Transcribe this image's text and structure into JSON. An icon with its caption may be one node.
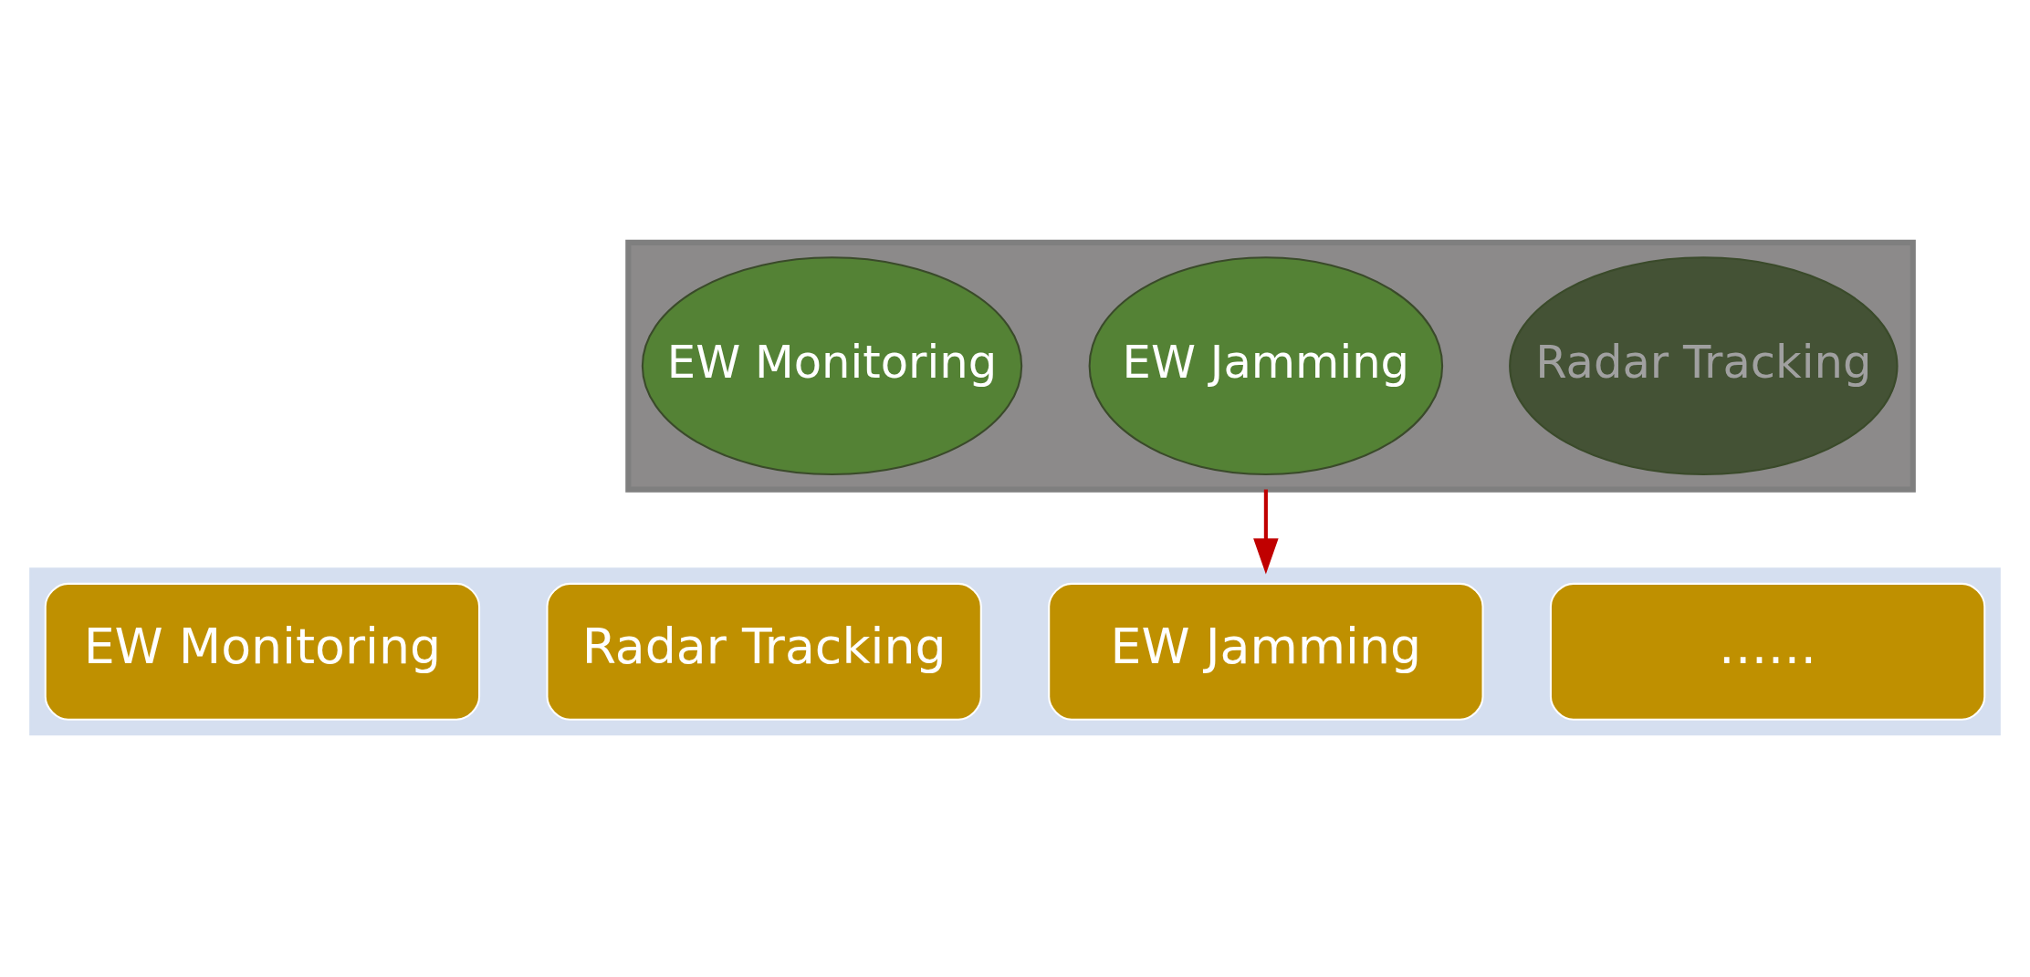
{
  "diagram": {
    "nodes": [
      {
        "text": [],
        "shape": "funnel"
      },
      {
        "text": [
          "EW Monitoring"
        ],
        "in": 0
      },
      {
        "text": [
          "EW Jamming"
        ],
        "in": 0
      },
      {
        "text": [
          "Radar Tracking"
        ],
        "in": 0
      },
      {
        "text": [],
        "shape": "arrow"
      },
      {
        "text": [
          "EW Monitoring"
        ],
        "in": 4
      },
      {
        "text": [
          "Radar Tracking"
        ],
        "in": 4
      },
      {
        "text": [
          "EW Jamming"
        ],
        "in": 4
      },
      {
        "text": [
          "……"
        ],
        "in": 4
      }
    ],
    "edges": [
      {
        "from": 0,
        "to": 4,
        "arrow": "to",
        "color": "#c00000"
      }
    ]
  }
}
